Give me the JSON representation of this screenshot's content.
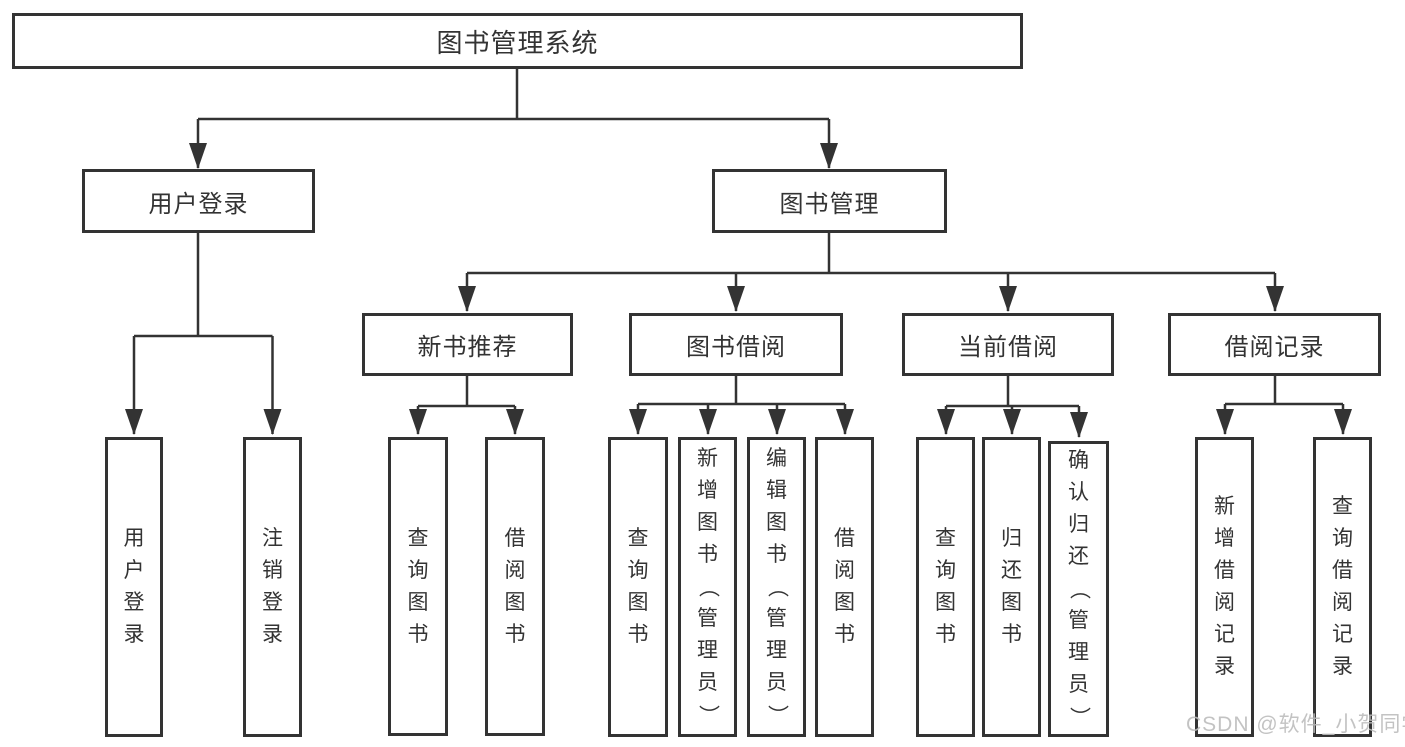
{
  "diagram": {
    "root": {
      "label": "图书管理系统"
    },
    "level1": {
      "user_login": {
        "label": "用户登录"
      },
      "book_mgmt": {
        "label": "图书管理"
      }
    },
    "level2": {
      "new_books": {
        "label": "新书推荐"
      },
      "book_borrow": {
        "label": "图书借阅"
      },
      "current_borrow": {
        "label": "当前借阅"
      },
      "borrow_records": {
        "label": "借阅记录"
      }
    },
    "leaves": {
      "user_login_leaf": "用户登录",
      "logout": "注销登录",
      "nb_query": "查询图书",
      "nb_borrow": "借阅图书",
      "bb_query": "查询图书",
      "bb_add": "新增图书（管理员）",
      "bb_edit": "编辑图书（管理员）",
      "bb_borrow": "借阅图书",
      "cb_query": "查询图书",
      "cb_return": "归还图书",
      "cb_confirm": "确认归还（管理员）",
      "br_add": "新增借阅记录",
      "br_query": "查询借阅记录"
    }
  },
  "watermark": {
    "text": "CSDN @软件_小贺同学"
  },
  "colors": {
    "line": "#333333",
    "box_border": "#333333",
    "text": "#333333",
    "watermark": "#bdbdbd",
    "background": "#ffffff"
  }
}
